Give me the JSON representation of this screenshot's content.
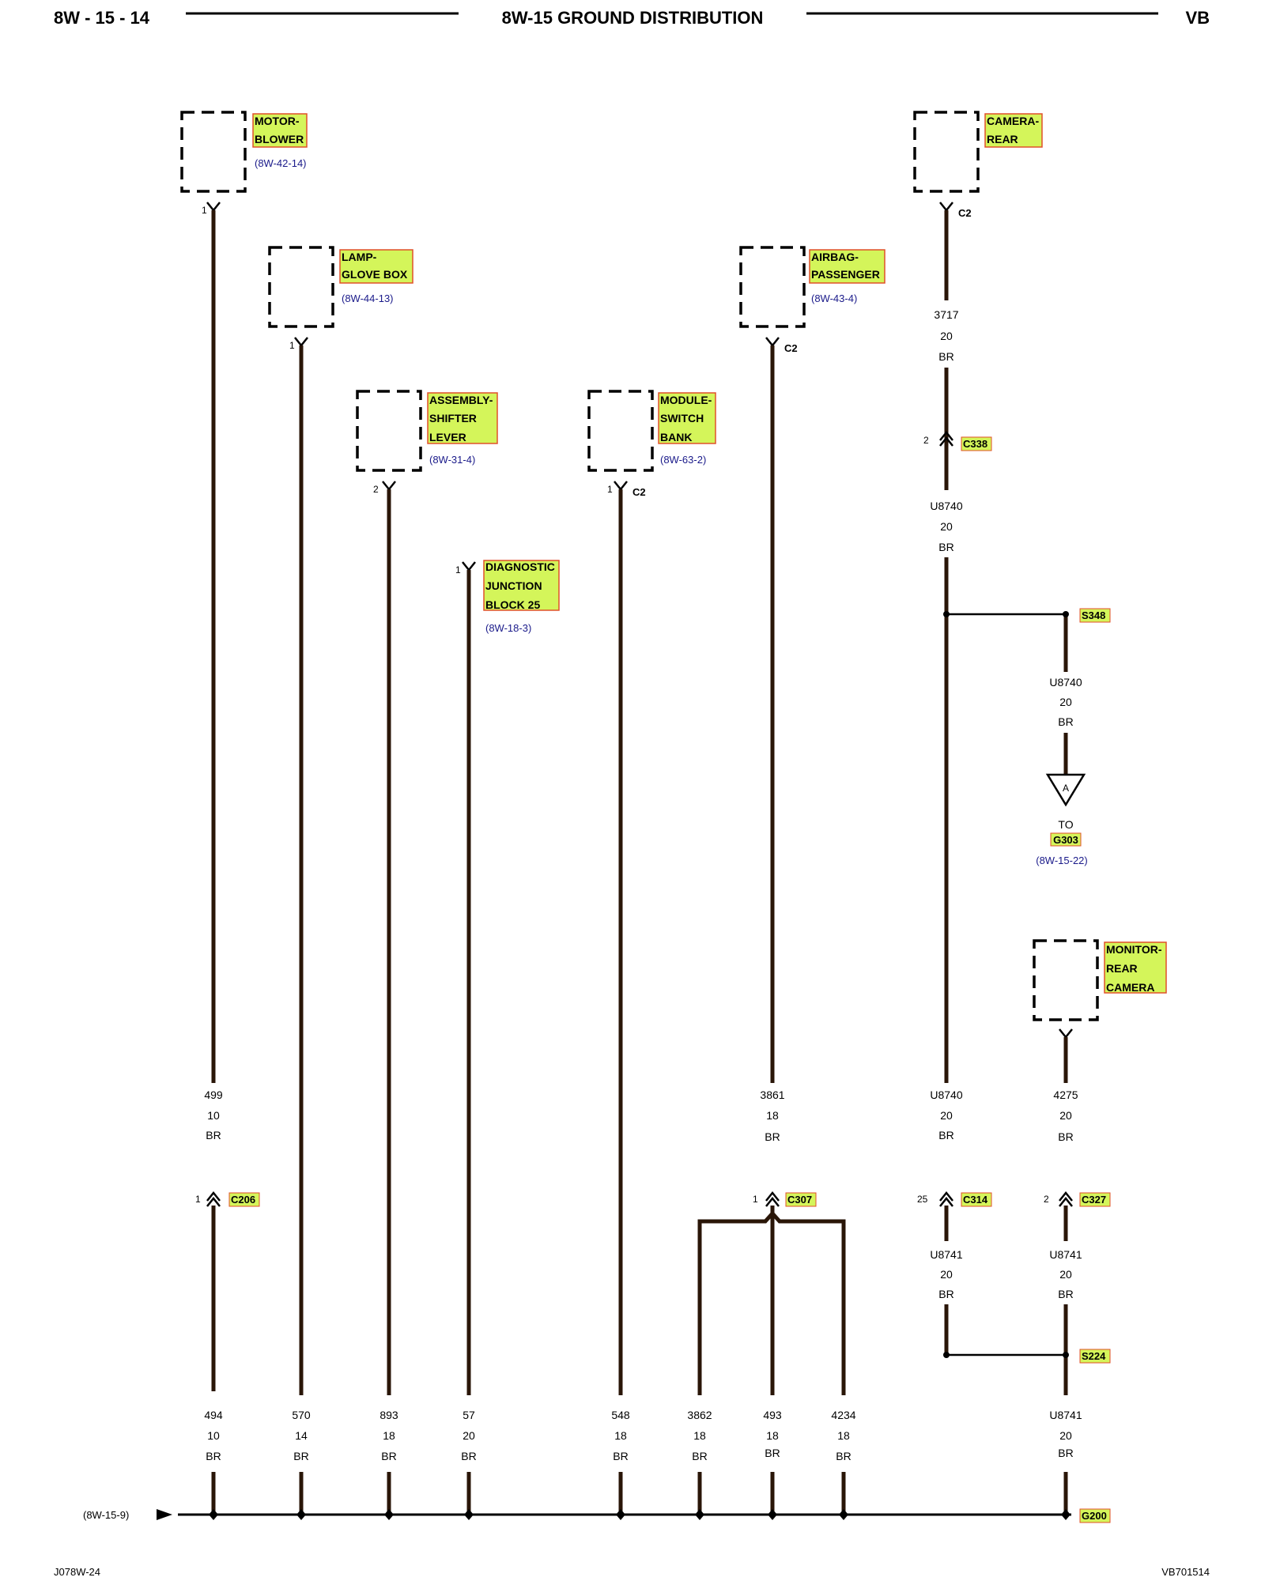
{
  "header": {
    "left": "8W - 15 - 14",
    "title": "8W-15 GROUND DISTRIBUTION",
    "right": "VB"
  },
  "footer": {
    "left": "J078W-24",
    "right": "VB701514"
  },
  "left_ref": "(8W-15-9)",
  "components": [
    {
      "id": "motor-blower",
      "lines": [
        "MOTOR-",
        "BLOWER"
      ],
      "ref": "(8W-42-14)"
    },
    {
      "id": "lamp-glove-box",
      "lines": [
        "LAMP-",
        "GLOVE BOX"
      ],
      "ref": "(8W-44-13)"
    },
    {
      "id": "assembly-shifter-lever",
      "lines": [
        "ASSEMBLY-",
        "SHIFTER",
        "LEVER"
      ],
      "ref": "(8W-31-4)"
    },
    {
      "id": "diagnostic-junction-block",
      "lines": [
        "DIAGNOSTIC",
        "JUNCTION",
        "BLOCK 25"
      ],
      "ref": "(8W-18-3)"
    },
    {
      "id": "module-switch-bank",
      "lines": [
        "MODULE-",
        "SWITCH",
        "BANK"
      ],
      "ref": "(8W-63-2)"
    },
    {
      "id": "airbag-passenger",
      "lines": [
        "AIRBAG-",
        "PASSENGER"
      ],
      "ref": "(8W-43-4)"
    },
    {
      "id": "camera-rear",
      "lines": [
        "CAMERA-",
        "REAR"
      ],
      "ref": ""
    },
    {
      "id": "monitor-rear-camera",
      "lines": [
        "MONITOR-",
        "REAR",
        "CAMERA"
      ],
      "ref": ""
    }
  ],
  "pins": {
    "motor_blower": "1",
    "lamp_glove_box": "1",
    "shifter": "2",
    "dlc": "1",
    "switch_bank": "1",
    "switch_bank_conn": "C2",
    "airbag_conn": "C2",
    "camera_conn": "C2"
  },
  "connectors": {
    "c206": {
      "name": "C206",
      "pin": "1"
    },
    "c307": {
      "name": "C307",
      "pin": "1"
    },
    "c338": {
      "name": "C338",
      "pin": "2"
    },
    "c314": {
      "name": "C314",
      "pin": "25"
    },
    "c327": {
      "name": "C327",
      "pin": "2"
    }
  },
  "splices": {
    "s348": "S348",
    "s224": "S224"
  },
  "ground": "G200",
  "offpage": {
    "letter": "A",
    "to": "TO",
    "ground": "G303",
    "ref": "(8W-15-22)"
  },
  "wires": {
    "w499": [
      "499",
      "10",
      "BR"
    ],
    "w494": [
      "494",
      "10",
      "BR"
    ],
    "w570": [
      "570",
      "14",
      "BR"
    ],
    "w893": [
      "893",
      "18",
      "BR"
    ],
    "w57": [
      "57",
      "20",
      "BR"
    ],
    "w548": [
      "548",
      "18",
      "BR"
    ],
    "w3861": [
      "3861",
      "18",
      "BR"
    ],
    "w3862": [
      "3862",
      "18",
      "BR"
    ],
    "w493": [
      "493",
      "18",
      "BR"
    ],
    "w4234": [
      "4234",
      "18",
      "BR"
    ],
    "w3717": [
      "3717",
      "20",
      "BR"
    ],
    "u8740_a": [
      "U8740",
      "20",
      "BR"
    ],
    "u8740_b": [
      "U8740",
      "20",
      "BR"
    ],
    "u8740_c": [
      "U8740",
      "20",
      "BR"
    ],
    "w4275": [
      "4275",
      "20",
      "BR"
    ],
    "u8741_a": [
      "U8741",
      "20",
      "BR"
    ],
    "u8741_b": [
      "U8741",
      "20",
      "BR"
    ],
    "u8741_c": [
      "U8741",
      "20",
      "BR"
    ]
  },
  "colors": {
    "wire": "#2a1608",
    "highlight": "#d4f55a",
    "highlight_border": "#e0502a",
    "ref": "#1a1a8a"
  }
}
